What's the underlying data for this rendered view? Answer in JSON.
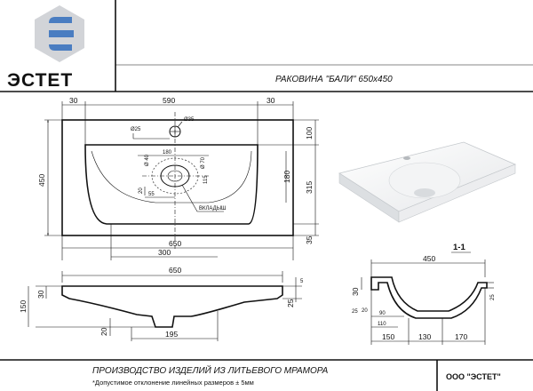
{
  "brand": {
    "logo_icon": "estet-logo-icon",
    "name": "ЭСТЕТ",
    "color_blue": "#4A7DC1",
    "color_grey": "#D2D4D8"
  },
  "header": {
    "title": "РАКОВИНА \"БАЛИ\" 650х450"
  },
  "plan_view": {
    "dims": {
      "left_margin": "30",
      "inner_width": "590",
      "right_margin": "30",
      "total_width": "650",
      "half_width": "300",
      "depth": "450",
      "top_to_hole": "100",
      "bowl_depth": "315",
      "bowl_inner": "180",
      "bottom_rim": "35",
      "tap_hole_d": "Ø35",
      "drain_d": "Ø25",
      "drain_span": "180",
      "drain_offset": "55",
      "small_20": "20",
      "small_115": "115",
      "ring_d40": "Ø 40",
      "ring_d70": "Ø 70"
    },
    "callout": "ВКЛАДЫШ"
  },
  "front_view": {
    "dims": {
      "total_width": "650",
      "height": "150",
      "rim": "30",
      "edge": "25",
      "edge_small": "5",
      "drain_width": "195",
      "drain_offset": "20"
    }
  },
  "section": {
    "label": "1-1",
    "dims": {
      "width": "450",
      "rim": "30",
      "drop": "25",
      "inner": "25",
      "offset_20": "20",
      "offset_90": "90",
      "offset_110": "110",
      "seg_150": "150",
      "seg_130": "130",
      "seg_170": "170"
    }
  },
  "footer": {
    "material": "ПРОИЗВОДСТВО ИЗДЕЛИЙ ИЗ ЛИТЬЕВОГО МРАМОРА",
    "tolerance": "*Допустимое отклонение линейных размеров ± 5мм",
    "company": "ООО \"ЭСТЕТ\""
  }
}
